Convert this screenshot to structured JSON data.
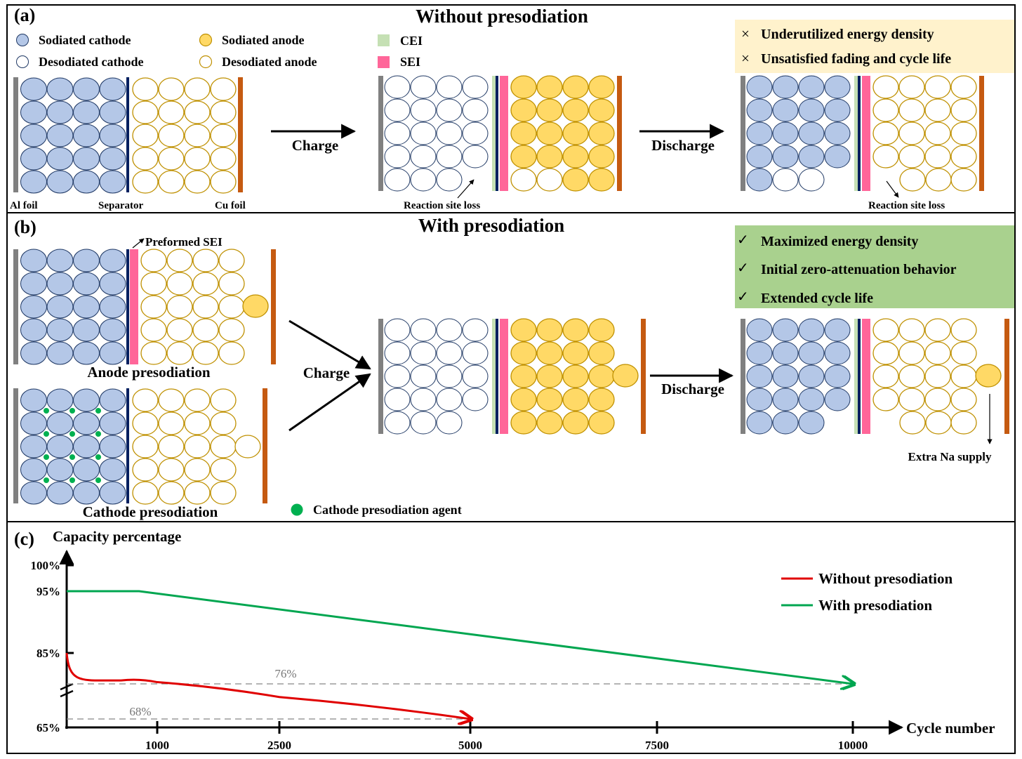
{
  "panel_a": {
    "letter": "(a)",
    "title": "Without presodiation",
    "legend": {
      "sodiated_cathode": "Sodiated cathode",
      "desodiated_cathode": "Desodiated cathode",
      "sodiated_anode": "Sodiated anode",
      "desodiated_anode": "Desodiated anode",
      "cei": "CEI",
      "sei": "SEI"
    },
    "labels": {
      "al_foil": "Al foil",
      "separator": "Separator",
      "cu_foil": "Cu foil",
      "charge": "Charge",
      "discharge": "Discharge",
      "reaction_loss_1": "Reaction site loss",
      "reaction_loss_2": "Reaction site loss"
    },
    "issues": [
      "Underutilized energy density",
      "Unsatisfied fading and cycle life"
    ],
    "issue_mark": "×"
  },
  "panel_b": {
    "letter": "(b)",
    "title": "With presodiation",
    "labels": {
      "preformed_sei": "Preformed SEI",
      "anode_presodiation": "Anode presodiation",
      "cathode_presodiation": "Cathode presodiation",
      "charge": "Charge",
      "discharge": "Discharge",
      "extra_na": "Extra Na supply",
      "agent_legend": "Cathode presodiation agent"
    },
    "benefits": [
      "Maximized energy density",
      "Initial zero-attenuation behavior",
      "Extended cycle life"
    ],
    "benefit_mark": "✓"
  },
  "panel_c": {
    "letter": "(c)"
  },
  "colors": {
    "sodiated_cathode": "#b4c7e7",
    "sodiated_anode": "#ffd966",
    "anode_outline": "#bf9000",
    "cei": "#c5e0b4",
    "sei": "#ff6699",
    "separator": "#002060",
    "al_foil": "#808080",
    "cu_foil": "#c55a11",
    "agent": "#00b050",
    "issue_box": "#fff2cc",
    "benefit_box": "#a9d18e",
    "line_without": "#e00000",
    "line_with": "#00a650"
  },
  "chart_data": {
    "type": "line",
    "ylabel": "Capacity percentage",
    "xlabel": "Cycle number",
    "x_ticks": [
      "1000",
      "2500",
      "5000",
      "7500",
      "10000"
    ],
    "y_ticks": [
      "65%",
      "85%",
      "95%",
      "100%"
    ],
    "axis_break": true,
    "legend_placement": "top-right",
    "series": [
      {
        "name": "Without presodiation",
        "color": "#e00000",
        "x": [
          0,
          100,
          300,
          600,
          1000,
          2500,
          5000
        ],
        "y": [
          85,
          79,
          77.5,
          77,
          76.5,
          73,
          68
        ],
        "end_label": "68%"
      },
      {
        "name": "With presodiation",
        "color": "#00a650",
        "x": [
          0,
          800,
          10000
        ],
        "y": [
          95,
          95,
          76
        ],
        "end_label": "76%"
      }
    ]
  }
}
